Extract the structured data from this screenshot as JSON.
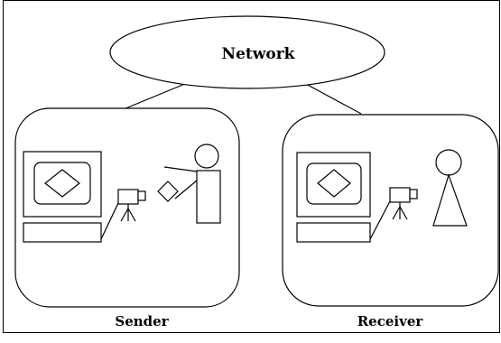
{
  "diagram": {
    "network_label": "Network",
    "sender_label": "Sender",
    "receiver_label": "Receiver"
  }
}
